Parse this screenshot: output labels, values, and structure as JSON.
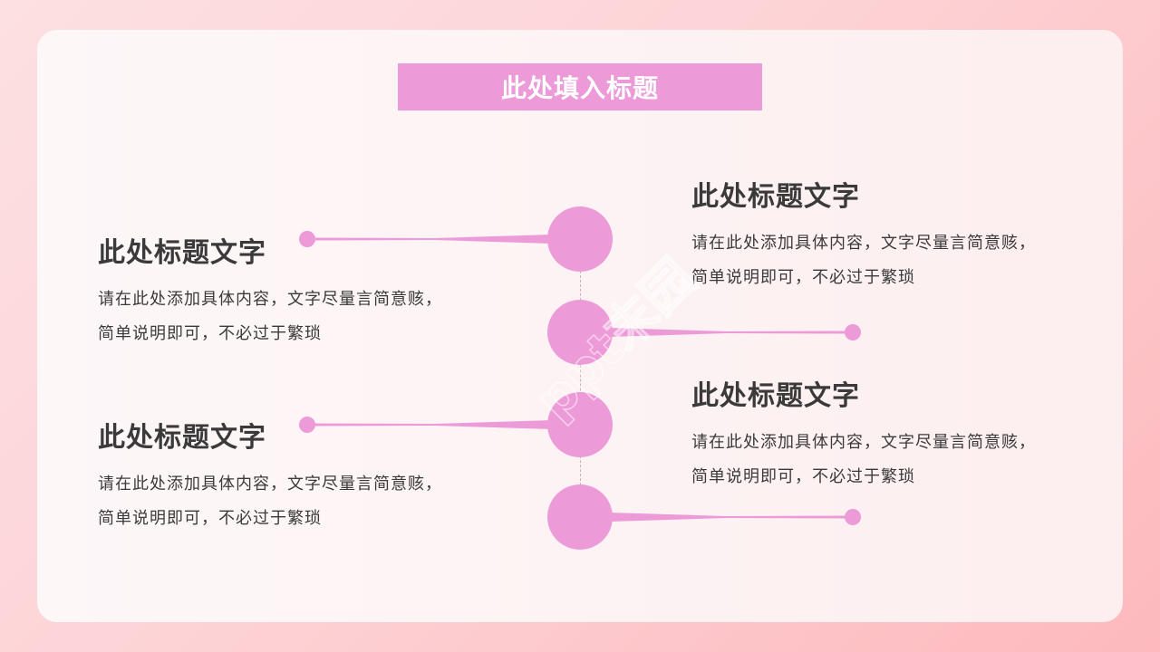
{
  "slide": {
    "title": "此处填入标题",
    "colors": {
      "accent": "#ed9bd8",
      "text": "#3a3a3a",
      "background_start": "#fde0e2",
      "background_end": "#fdb9bd",
      "card": "#fdf5f6"
    },
    "watermark": "ppt末园",
    "items": [
      {
        "side": "left",
        "title": "此处标题文字",
        "desc_line1": "请在此处添加具体内容，文字尽量言简意赅，",
        "desc_line2": "简单说明即可，不必过于繁琐"
      },
      {
        "side": "right",
        "title": "此处标题文字",
        "desc_line1": "请在此处添加具体内容，文字尽量言简意赅，",
        "desc_line2": "简单说明即可，不必过于繁琐"
      },
      {
        "side": "left",
        "title": "此处标题文字",
        "desc_line1": "请在此处添加具体内容，文字尽量言简意赅，",
        "desc_line2": "简单说明即可，不必过于繁琐"
      },
      {
        "side": "right",
        "title": "此处标题文字",
        "desc_line1": "请在此处添加具体内容，文字尽量言简意赅，",
        "desc_line2": "简单说明即可，不必过于繁琐"
      }
    ]
  }
}
